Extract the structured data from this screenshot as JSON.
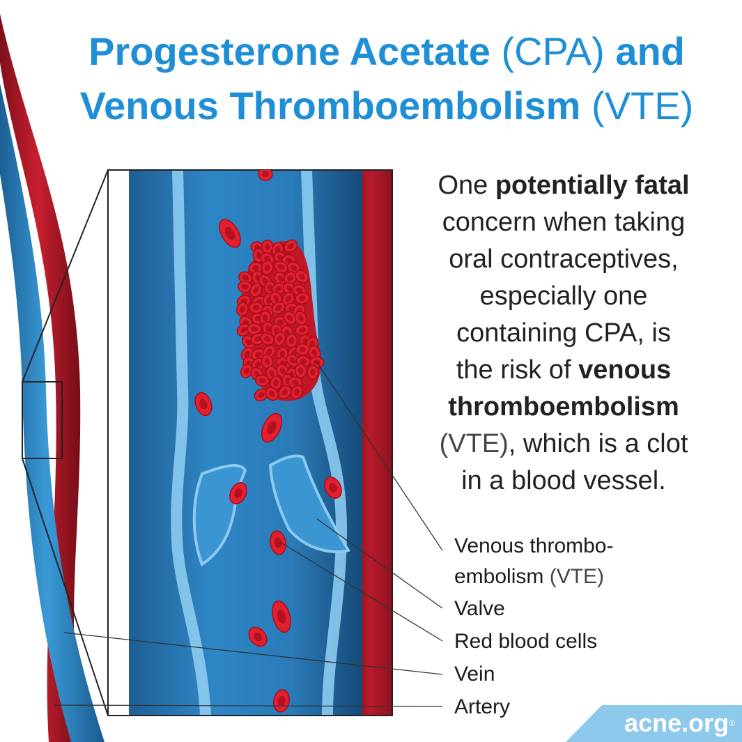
{
  "title": {
    "line1": {
      "bold1": "Progesterone Acetate",
      "light1": "(CPA)",
      "bold2": "and"
    },
    "line2": {
      "bold1": "Venous Thromboembolism",
      "light1": "(VTE)"
    }
  },
  "description": {
    "l1a": "One ",
    "l1b": "potentially fatal",
    "l2": "concern when taking",
    "l3": "oral contraceptives,",
    "l4": "especially one",
    "l5": "containing CPA, is",
    "l6a": "the risk of ",
    "l6b": "venous",
    "l7": "thromboembolism",
    "l8a": "(VTE)",
    "l8b": ", which is a clot",
    "l9": "in a blood vessel."
  },
  "labels": {
    "vte_line1": "Venous thrombo-",
    "vte_line2a": "embolism ",
    "vte_line2b": "(VTE)",
    "valve": "Valve",
    "rbc": "Red blood cells",
    "vein": "Vein",
    "artery": "Artery"
  },
  "brand": {
    "name": "acne.org",
    "reg": "®"
  },
  "colors": {
    "title_blue": "#1e8ed6",
    "vein_blue": "#2a7fc1",
    "vein_wall": "#7cc2ea",
    "artery_red": "#b3192a",
    "rbc_red": "#e01e2e",
    "brand_bg": "#8cc9ea"
  }
}
